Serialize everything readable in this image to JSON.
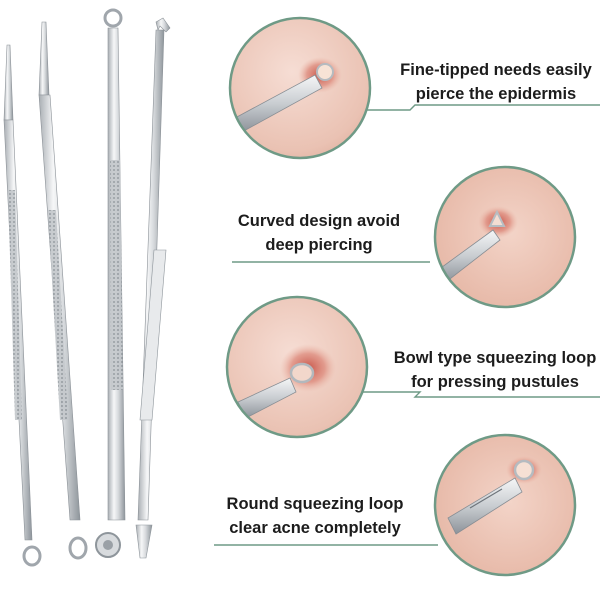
{
  "features": [
    {
      "line1": "Fine-tipped needs easily",
      "line2": "pierce the epidermis"
    },
    {
      "line1": "Curved design avoid",
      "line2": "deep piercing"
    },
    {
      "line1": "Bowl type squeezing loop",
      "line2": "for pressing pustules"
    },
    {
      "line1": "Round squeezing loop",
      "line2": "clear acne completely"
    }
  ],
  "colors": {
    "frame": "#6f9a86",
    "skin_light": "#f4d9cf",
    "skin_dark": "#d9a493",
    "blemish": "#d27a6c",
    "steel_light": "#f2f3f4",
    "steel_dark": "#9aa0a6",
    "text": "#1c1c1c"
  }
}
